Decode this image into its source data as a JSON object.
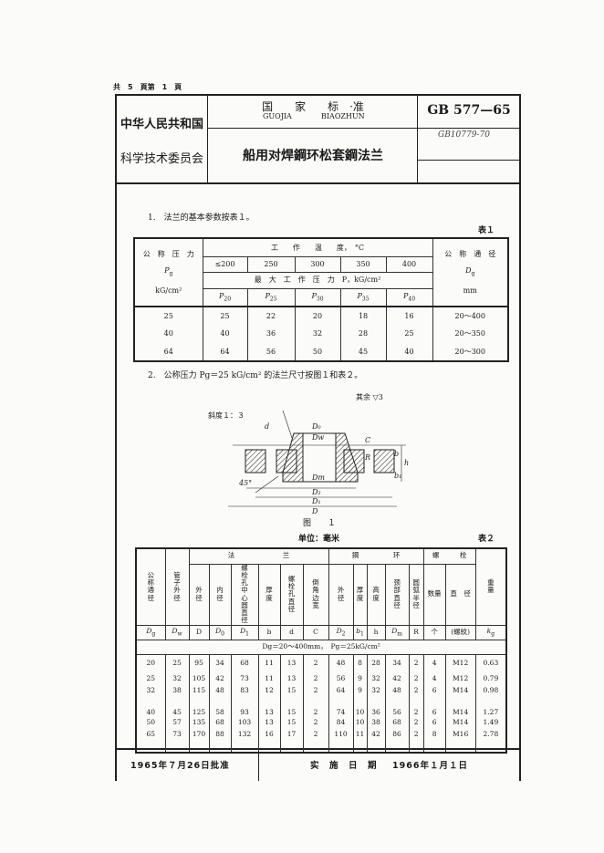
{
  "page_count": "共　5　頁第　1　頁",
  "header": {
    "country": "中华人民共和国",
    "committee": "科学技术委员会",
    "standard_label": "国　　家　　标　·准",
    "standard_pinyin_1": "GUOJIA",
    "standard_pinyin_2": "BIAOZHUN",
    "code": "GB 577—65",
    "handwritten_note": "GB10779-70",
    "title": "船用对焊鋼环松套鋼法兰"
  },
  "section1": "1.　法兰的基本参数按表１。",
  "table1": {
    "caption": "表１",
    "nominal_pressure": "公　称　压　力",
    "nominal_pressure_sym": "P",
    "nominal_pressure_sub": "g",
    "pressure_unit": "kG/cm²",
    "work_temp": "工　　作　　温　　度，　°C",
    "temps": [
      "≤200",
      "250",
      "300",
      "350",
      "400"
    ],
    "max_pressure": "最　大　工　作　压　力　P，kG/cm²",
    "p_subs": [
      "20",
      "25",
      "30",
      "35",
      "40"
    ],
    "nominal_diameter": "公　称　通　径",
    "nominal_diameter_sym": "D",
    "nominal_diameter_sub": "g",
    "diameter_unit": "mm",
    "rows": [
      [
        "25",
        "25",
        "22",
        "20",
        "18",
        "16",
        "20～400"
      ],
      [
        "40",
        "40",
        "36",
        "32",
        "28",
        "25",
        "20～350"
      ],
      [
        "64",
        "64",
        "56",
        "50",
        "45",
        "40",
        "20～300"
      ]
    ]
  },
  "section2": "2.　公称压力 Pg＝25 kG/cm² 的法兰尺寸按图１和表２。",
  "figure": {
    "surface_note": "其余 ▽3",
    "taper": "斜度１：３",
    "angle": "45°",
    "labels": [
      "D₀",
      "Dw",
      "d",
      "Dm",
      "D₂",
      "D₁",
      "D",
      "R",
      "b",
      "h",
      "b₁",
      "C"
    ],
    "caption": "图　　１"
  },
  "table2": {
    "unit": "单位：毫米",
    "caption": "表２",
    "groups": {
      "flange": "法　　　　　　　兰",
      "ring": "鋼　　　　　环",
      "bolt": "螺　　　栓"
    },
    "columns": [
      {
        "label": "公称通径",
        "sym": "Dg"
      },
      {
        "label": "管子外径",
        "sym": "Dw"
      },
      {
        "label": "外　径",
        "sym": "D"
      },
      {
        "label": "内　径",
        "sym": "D0"
      },
      {
        "label": "螺栓孔中心圆直径",
        "sym": "D1"
      },
      {
        "label": "厚　度",
        "sym": "b"
      },
      {
        "label": "螺栓孔直　径",
        "sym": "d"
      },
      {
        "label": "倒角边宽",
        "sym": "C"
      },
      {
        "label": "外　径",
        "sym": "D2"
      },
      {
        "label": "厚　度",
        "sym": "b1"
      },
      {
        "label": "高　度",
        "sym": "h"
      },
      {
        "label": "颈部直径",
        "sym": "Dm"
      },
      {
        "label": "圆弧半径",
        "sym": "R"
      },
      {
        "label": "数量",
        "sym": "个"
      },
      {
        "label": "直　径",
        "sym": "(螺紋)"
      },
      {
        "label": "重　量",
        "sym": "kg"
      }
    ],
    "condition": "Dg＝20～400mm，　Pg＝25kG/cm²",
    "rows": [
      [
        "20",
        "25",
        "95",
        "34",
        "68",
        "11",
        "13",
        "2",
        "48",
        "8",
        "28",
        "34",
        "2",
        "4",
        "M12",
        "0.63"
      ],
      [
        "25",
        "32",
        "105",
        "42",
        "73",
        "11",
        "13",
        "2",
        "56",
        "9",
        "32",
        "42",
        "2",
        "4",
        "M12",
        "0.79"
      ],
      [
        "32",
        "38",
        "115",
        "48",
        "83",
        "12",
        "15",
        "2",
        "64",
        "9",
        "32",
        "48",
        "2",
        "6",
        "M14",
        "0.98"
      ],
      [
        "40",
        "45",
        "125",
        "58",
        "93",
        "13",
        "15",
        "2",
        "74",
        "10",
        "36",
        "56",
        "2",
        "6",
        "M14",
        "1.27"
      ],
      [
        "50",
        "57",
        "135",
        "68",
        "103",
        "13",
        "15",
        "2",
        "84",
        "10",
        "38",
        "68",
        "2",
        "6",
        "M14",
        "1.49"
      ],
      [
        "65",
        "73",
        "170",
        "88",
        "132",
        "16",
        "17",
        "2",
        "110",
        "11",
        "42",
        "86",
        "2",
        "8",
        "M16",
        "2.78"
      ]
    ]
  },
  "footer": {
    "approved": "1965年７月26日批准",
    "effective_label": "实　施　日　期",
    "effective_date": "1966年１月１日"
  }
}
